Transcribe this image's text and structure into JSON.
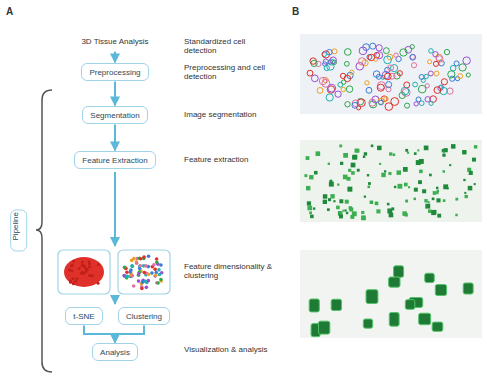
{
  "diagram": {
    "nodes": [
      {
        "text": [
          "3D Tissue Analysis"
        ]
      },
      {
        "text": [
          "Preprocessing"
        ]
      },
      {
        "text": [
          "Segmentation"
        ]
      },
      {
        "text": [
          "Feature Extraction"
        ]
      },
      {
        "text": [
          "t-SNE"
        ]
      },
      {
        "text": [
          "Clustering"
        ]
      },
      {
        "text": [
          "Analysis"
        ]
      },
      {
        "text": [
          "Pipeline"
        ]
      }
    ],
    "edges": [
      {
        "from": 0,
        "to": 1,
        "arrow": "to"
      },
      {
        "from": 1,
        "to": 2,
        "arrow": "to"
      },
      {
        "from": 2,
        "to": 3,
        "arrow": "to"
      },
      {
        "from": 4,
        "to": 6,
        "arrow": "to"
      },
      {
        "from": 5,
        "to": 6,
        "arrow": "to"
      }
    ],
    "labels": [
      "A",
      "B",
      "Standardized cell detection",
      "Preprocessing and cell detection",
      "Image segmentation",
      "Feature extraction",
      "Feature dimensionality & clustering",
      "Visualization & analysis"
    ]
  }
}
